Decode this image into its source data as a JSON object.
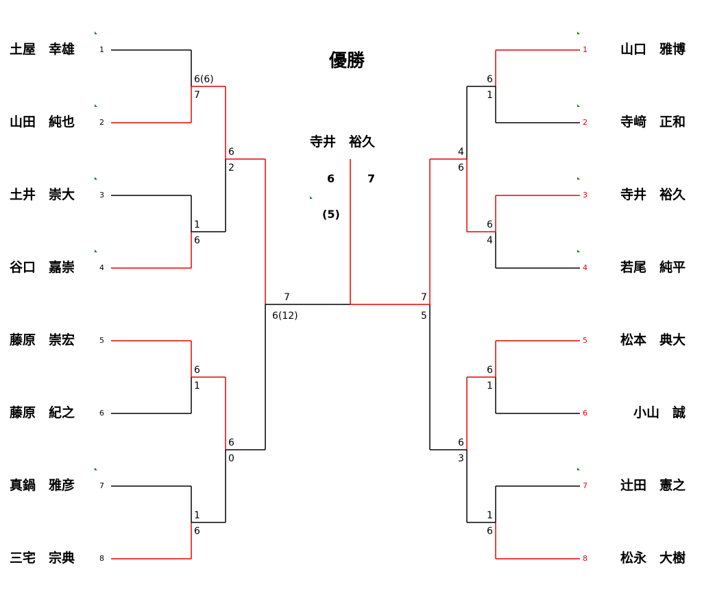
{
  "title": "優勝",
  "champion": "寺井　裕久",
  "final": {
    "left_score": "6",
    "right_score": "7",
    "tiebreak": "(5)"
  },
  "left_players": [
    {
      "seed": "1",
      "name": "土屋　幸雄",
      "winner": false
    },
    {
      "seed": "2",
      "name": "山田　純也",
      "winner": true
    },
    {
      "seed": "3",
      "name": "土井　崇大",
      "winner": false
    },
    {
      "seed": "4",
      "name": "谷口　嘉崇",
      "winner": true
    },
    {
      "seed": "5",
      "name": "藤原　崇宏",
      "winner": true
    },
    {
      "seed": "6",
      "name": "藤原　紀之",
      "winner": false
    },
    {
      "seed": "7",
      "name": "真鍋　雅彦",
      "winner": false
    },
    {
      "seed": "8",
      "name": "三宅　宗典",
      "winner": true
    }
  ],
  "right_players": [
    {
      "seed": "1",
      "name": "山口　雅博",
      "winner": true
    },
    {
      "seed": "2",
      "name": "寺﨑　正和",
      "winner": false
    },
    {
      "seed": "3",
      "name": "寺井　裕久",
      "winner": true
    },
    {
      "seed": "4",
      "name": "若尾　純平",
      "winner": false
    },
    {
      "seed": "5",
      "name": "松本　典大",
      "winner": true
    },
    {
      "seed": "6",
      "name": "小山　誠",
      "winner": false
    },
    {
      "seed": "7",
      "name": "辻田　憲之",
      "winner": false
    },
    {
      "seed": "8",
      "name": "松永　大樹",
      "winner": true
    }
  ],
  "left_r1_scores": [
    {
      "top": "6(6)",
      "bottom": "7"
    },
    {
      "top": "1",
      "bottom": "6"
    },
    {
      "top": "6",
      "bottom": "1"
    },
    {
      "top": "1",
      "bottom": "6"
    }
  ],
  "left_r2_scores": [
    {
      "top": "6",
      "bottom": "2"
    },
    {
      "top": "6",
      "bottom": "0"
    }
  ],
  "left_semi_score": {
    "top": "7",
    "bottom": "6(12)"
  },
  "right_r1_scores": [
    {
      "top": "6",
      "bottom": "1"
    },
    {
      "top": "6",
      "bottom": "4"
    },
    {
      "top": "6",
      "bottom": "1"
    },
    {
      "top": "1",
      "bottom": "6"
    }
  ],
  "right_r2_scores": [
    {
      "top": "4",
      "bottom": "6"
    },
    {
      "top": "6",
      "bottom": "3"
    }
  ],
  "right_semi_score": {
    "top": "7",
    "bottom": "5"
  },
  "colors": {
    "win": "#e60000",
    "lose": "#000000",
    "tick": "#1a7a1a"
  }
}
